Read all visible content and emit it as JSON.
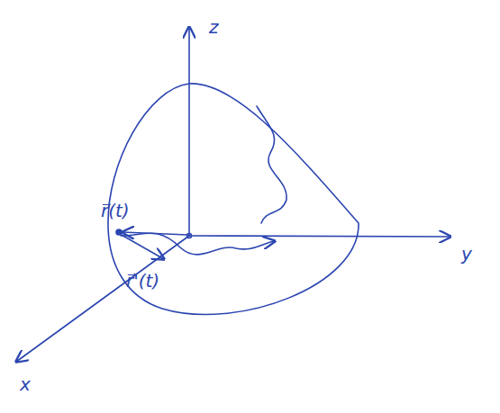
{
  "diagram": {
    "labels": [
      "z",
      "y",
      "x",
      "r⃗(t)",
      "r⃗'(t)"
    ]
  }
}
